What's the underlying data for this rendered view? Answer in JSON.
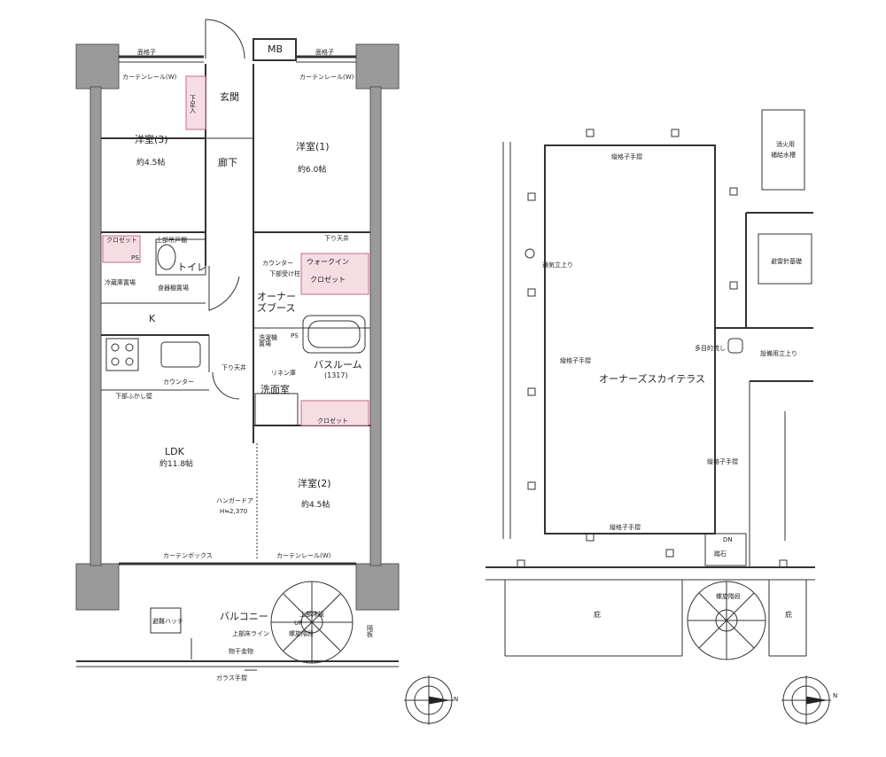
{
  "left_plan": {
    "mb": "MB",
    "lattice_left": "面格子",
    "lattice_right": "面格子",
    "curtain_rail_left": "カーテンレール(W)",
    "curtain_rail_right": "カーテンレール(W)",
    "genkan": "玄関",
    "shoe_box": "下足入",
    "room3_name": "洋室(3)",
    "room3_area": "約4.5帖",
    "hallway": "廊下",
    "room1_name": "洋室(1)",
    "room1_area": "約6.0帖",
    "closet_left": "クロゼット",
    "upper_cabinet": "上部吊戸棚",
    "ps1": "PS",
    "toilet": "トイレ",
    "fridge_space": "冷蔵庫置場",
    "dish_shelf": "食器棚置場",
    "k_label": "K",
    "counter_upper": "カウンター",
    "beam_lower": "下部受け柱",
    "owners_booth": "オーナーズブース",
    "down_ceiling_1": "下り天井",
    "walkin_closet_1": "ウォークイン",
    "walkin_closet_2": "クロゼット",
    "washer_space": "洗濯機置場",
    "ps2": "PS",
    "down_ceiling_2": "下り天井",
    "linen": "リネン庫",
    "bathroom": "バスルーム",
    "bath_size": "(1317)",
    "washroom": "洗面室",
    "closet_right": "クロゼット",
    "counter_lower": "カウンター",
    "fukashi": "下部ふかし壁",
    "ldk_name": "LDK",
    "ldk_area": "約11.8帖",
    "hanger_door": "ハンガードア",
    "hanger_height": "H≒2,370",
    "room2_name": "洋室(2)",
    "room2_area": "約4.5帖",
    "curtain_box": "カーテンボックス",
    "curtain_rail_bottom": "カーテンレール(W)",
    "evac_hatch": "避難ハッチ",
    "balcony": "バルコニー",
    "upper_floor_line": "上部床ライン",
    "upper_fire": "上部床抜",
    "spiral_up": "UP",
    "spiral_stair": "螺旋階段",
    "partition": "隔板",
    "drying_hardware": "物干金物",
    "glass_rail": "ガラス手摺"
  },
  "right_plan": {
    "fire_tank_1": "消火用",
    "fire_tank_2": "補給水槽",
    "vertical_rail_top": "縦格子手摺",
    "vertical_rail_left": "縦格子手摺",
    "vertical_rail_right": "縦格子手摺",
    "vertical_rail_bottom": "縦格子手摺",
    "vent_riser": "通気立上り",
    "lightning_base": "避雷針基礎",
    "drain": "多目的流し",
    "equip_riser": "設備用立上り",
    "terrace": "オーナーズスカイテラス",
    "dn": "DN",
    "step_stone": "踏石",
    "spiral_stair": "螺旋階段",
    "eaves_left": "庇",
    "eaves_right": "庇"
  },
  "compass": {
    "left_n": "N",
    "right_n": "N"
  },
  "colors": {
    "closet_fill": "#f6dde4",
    "closet_stroke": "#c86a86",
    "wall_fill": "#9a9a9a",
    "line": "#333333"
  }
}
